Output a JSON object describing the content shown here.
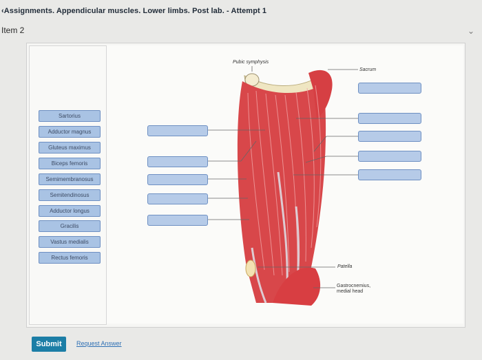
{
  "header": {
    "title": "Assignments. Appendicular muscles. Lower limbs. Post lab. - Attempt 1",
    "item_label": "Item 2"
  },
  "label_bank": [
    "Sartorius",
    "Adductor magnus",
    "Gluteus maximus",
    "Biceps femoris",
    "Semimembranosus",
    "Semitendinosus",
    "Adductor longus",
    "Gracilis",
    "Vastus medialis",
    "Rectus femoris"
  ],
  "figure_labels": {
    "pubic_symphysis": "Pubic symphysis",
    "sacrum": "Sacrum",
    "patella": "Patella",
    "gastrocnemius": "Gastrocnemius, medial head"
  },
  "footer": {
    "submit": "Submit",
    "request_answer": "Request Answer"
  },
  "colors": {
    "accent": "#1c7ea6",
    "chip_fill": "#a9c3e4",
    "muscle": "#d8474a"
  }
}
